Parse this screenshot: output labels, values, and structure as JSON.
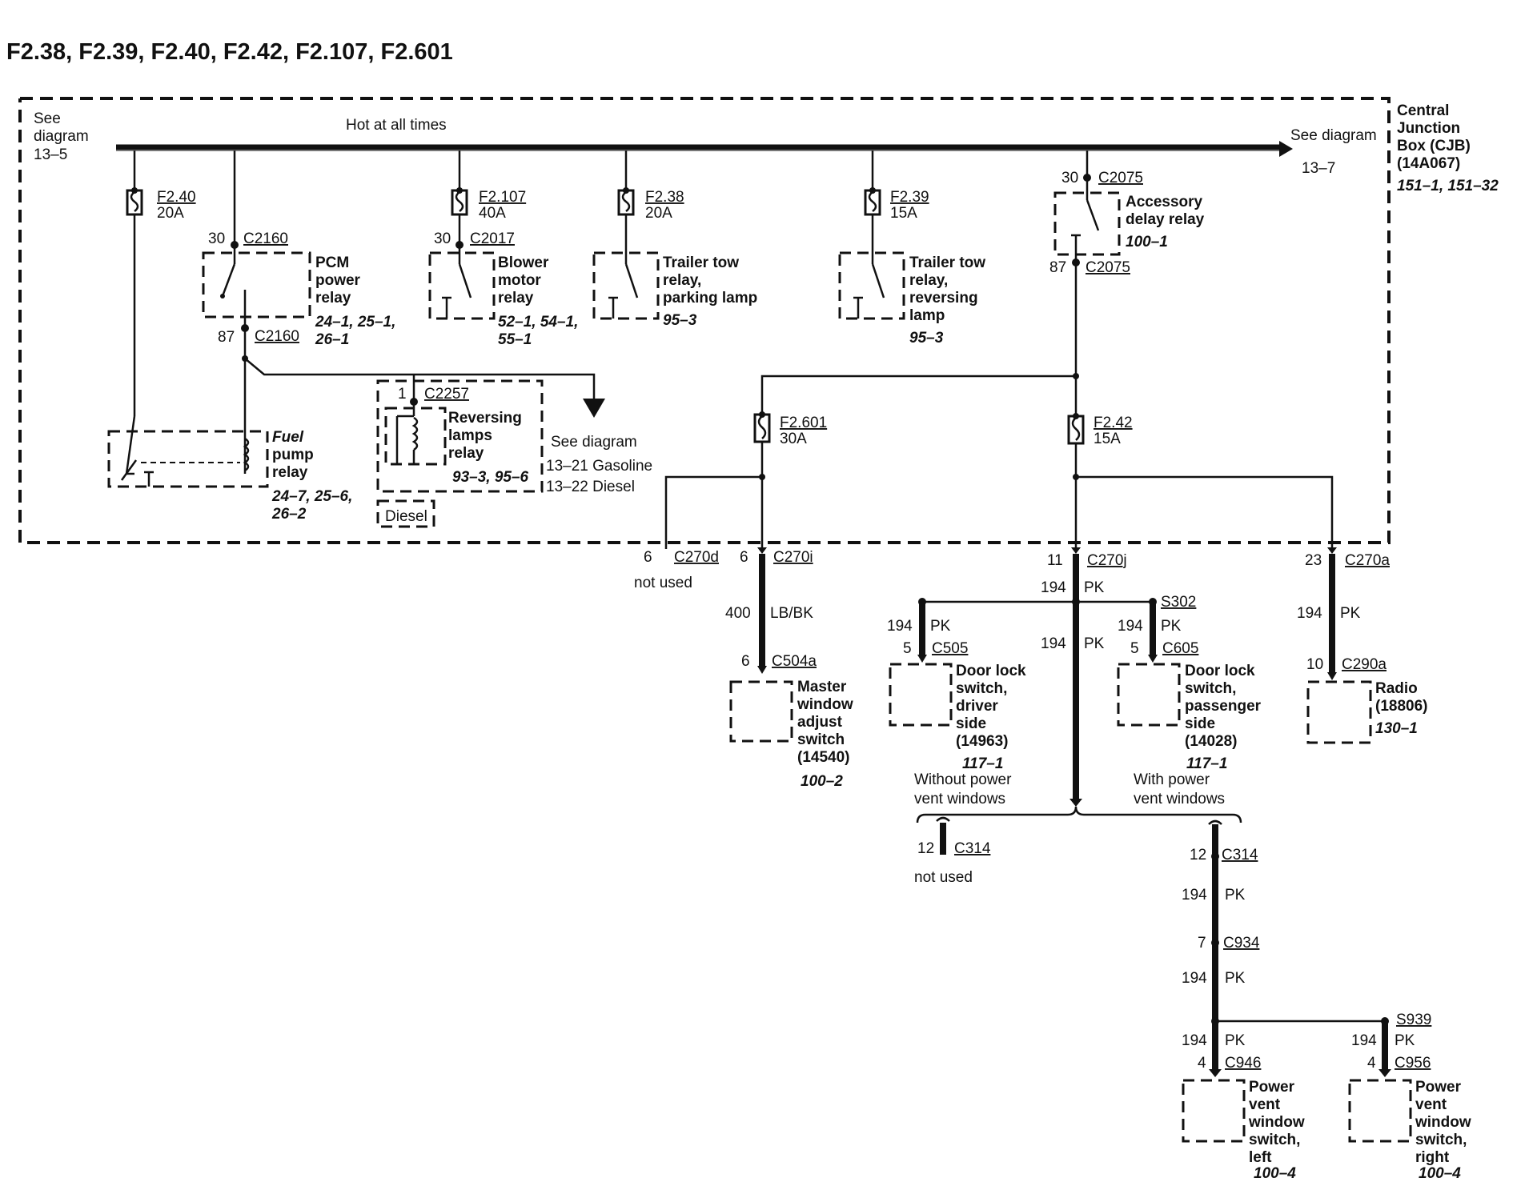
{
  "title": "F2.38, F2.39, F2.40, F2.42, F2.107, F2.601",
  "bus": {
    "see_left": [
      "See",
      "diagram",
      "13–5"
    ],
    "hot": "Hot at all times",
    "see_right": "See diagram",
    "see_right_num": "13–7"
  },
  "cjb": {
    "lines": [
      "Central",
      "Junction",
      "Box (CJB)",
      "(14A067)"
    ],
    "ref": "151–1, 151–32"
  },
  "fuses": [
    {
      "id": "F2.40",
      "rating": "20A"
    },
    {
      "id": "F2.107",
      "rating": "40A"
    },
    {
      "id": "F2.38",
      "rating": "20A"
    },
    {
      "id": "F2.39",
      "rating": "15A"
    },
    {
      "id": "F2.601",
      "rating": "30A"
    },
    {
      "id": "F2.42",
      "rating": "15A"
    }
  ],
  "relays": {
    "pcm": {
      "pin_in": "30",
      "conn_in": "C2160",
      "pin_out": "87",
      "conn_out": "C2160",
      "lines": [
        "PCM",
        "power",
        "relay"
      ],
      "ref1": "24–1, 25–1,",
      "ref2": "26–1"
    },
    "blower": {
      "pin_in": "30",
      "conn_in": "C2017",
      "lines": [
        "Blower",
        "motor",
        "relay"
      ],
      "ref1": "52–1, 54–1,",
      "ref2": "55–1"
    },
    "tt_park": {
      "lines": [
        "Trailer tow",
        "relay,",
        "parking lamp"
      ],
      "ref": "95–3"
    },
    "tt_rev": {
      "lines": [
        "Trailer tow",
        "relay,",
        "reversing",
        "lamp"
      ],
      "ref": "95–3"
    },
    "accessory": {
      "pin_in": "30",
      "conn_in": "C2075",
      "pin_out": "87",
      "conn_out": "C2075",
      "lines": [
        "Accessory",
        "delay relay"
      ],
      "ref": "100–1"
    },
    "fuel": {
      "lines": [
        "Fuel",
        "pump",
        "relay"
      ],
      "ref1": "24–7, 25–6,",
      "ref2": "26–2"
    },
    "reversing": {
      "pin": "1",
      "conn": "C2257",
      "lines": [
        "Reversing",
        "lamps",
        "relay"
      ],
      "ref": "93–3, 95–6",
      "tag": "Diesel"
    }
  },
  "see_diagram": {
    "title": "See diagram",
    "line1": "13–21 Gasoline",
    "line2": "13–22 Diesel"
  },
  "connectors": {
    "c270d": {
      "pin": "6",
      "id": "C270d",
      "note": "not used"
    },
    "c270i": {
      "pin": "6",
      "id": "C270i"
    },
    "c270j": {
      "pin": "11",
      "id": "C270j"
    },
    "c270a": {
      "pin": "23",
      "id": "C270a"
    }
  },
  "wires": {
    "w400": {
      "num": "400",
      "color": "LB/BK"
    },
    "pk_top": {
      "num": "194",
      "color": "PK"
    },
    "pk_c505": {
      "num": "194",
      "color": "PK"
    },
    "pk_mid": {
      "num": "194",
      "color": "PK"
    },
    "pk_c605": {
      "num": "194",
      "color": "PK"
    },
    "pk_radio": {
      "num": "194",
      "color": "PK"
    },
    "pk_c314": {
      "num": "194",
      "color": "PK"
    },
    "pk_c934": {
      "num": "194",
      "color": "PK"
    },
    "pk_c946": {
      "num": "194",
      "color": "PK"
    },
    "pk_c956": {
      "num": "194",
      "color": "PK"
    }
  },
  "splices": {
    "s302": "S302",
    "s939": "S939"
  },
  "components": {
    "master": {
      "pin": "6",
      "conn": "C504a",
      "lines": [
        "Master",
        "window",
        "adjust",
        "switch",
        "(14540)"
      ],
      "ref": "100–2"
    },
    "door_drv": {
      "pin": "5",
      "conn": "C505",
      "lines": [
        "Door lock",
        "switch,",
        "driver",
        "side",
        "(14963)"
      ],
      "ref": "117–1"
    },
    "door_pass": {
      "pin": "5",
      "conn": "C605",
      "lines": [
        "Door lock",
        "switch,",
        "passenger",
        "side",
        "(14028)"
      ],
      "ref": "117–1"
    },
    "radio": {
      "pin": "10",
      "conn": "C290a",
      "lines": [
        "Radio",
        "(18806)"
      ],
      "ref": "130–1"
    },
    "vent_left": {
      "pin": "4",
      "conn": "C946",
      "lines": [
        "Power",
        "vent",
        "window",
        "switch,",
        "left"
      ],
      "ref": "100–4"
    },
    "vent_right": {
      "pin": "4",
      "conn": "C956",
      "lines": [
        "Power",
        "vent",
        "window",
        "switch,",
        "right"
      ],
      "ref": "100–4"
    }
  },
  "options": {
    "without": [
      "Without power",
      "vent windows"
    ],
    "with": [
      "With power",
      "vent windows"
    ]
  },
  "c314_unused": {
    "pin": "12",
    "id": "C314",
    "note": "not used"
  },
  "c314_used": {
    "pin": "12",
    "id": "C314"
  },
  "c934": {
    "pin": "7",
    "id": "C934"
  }
}
